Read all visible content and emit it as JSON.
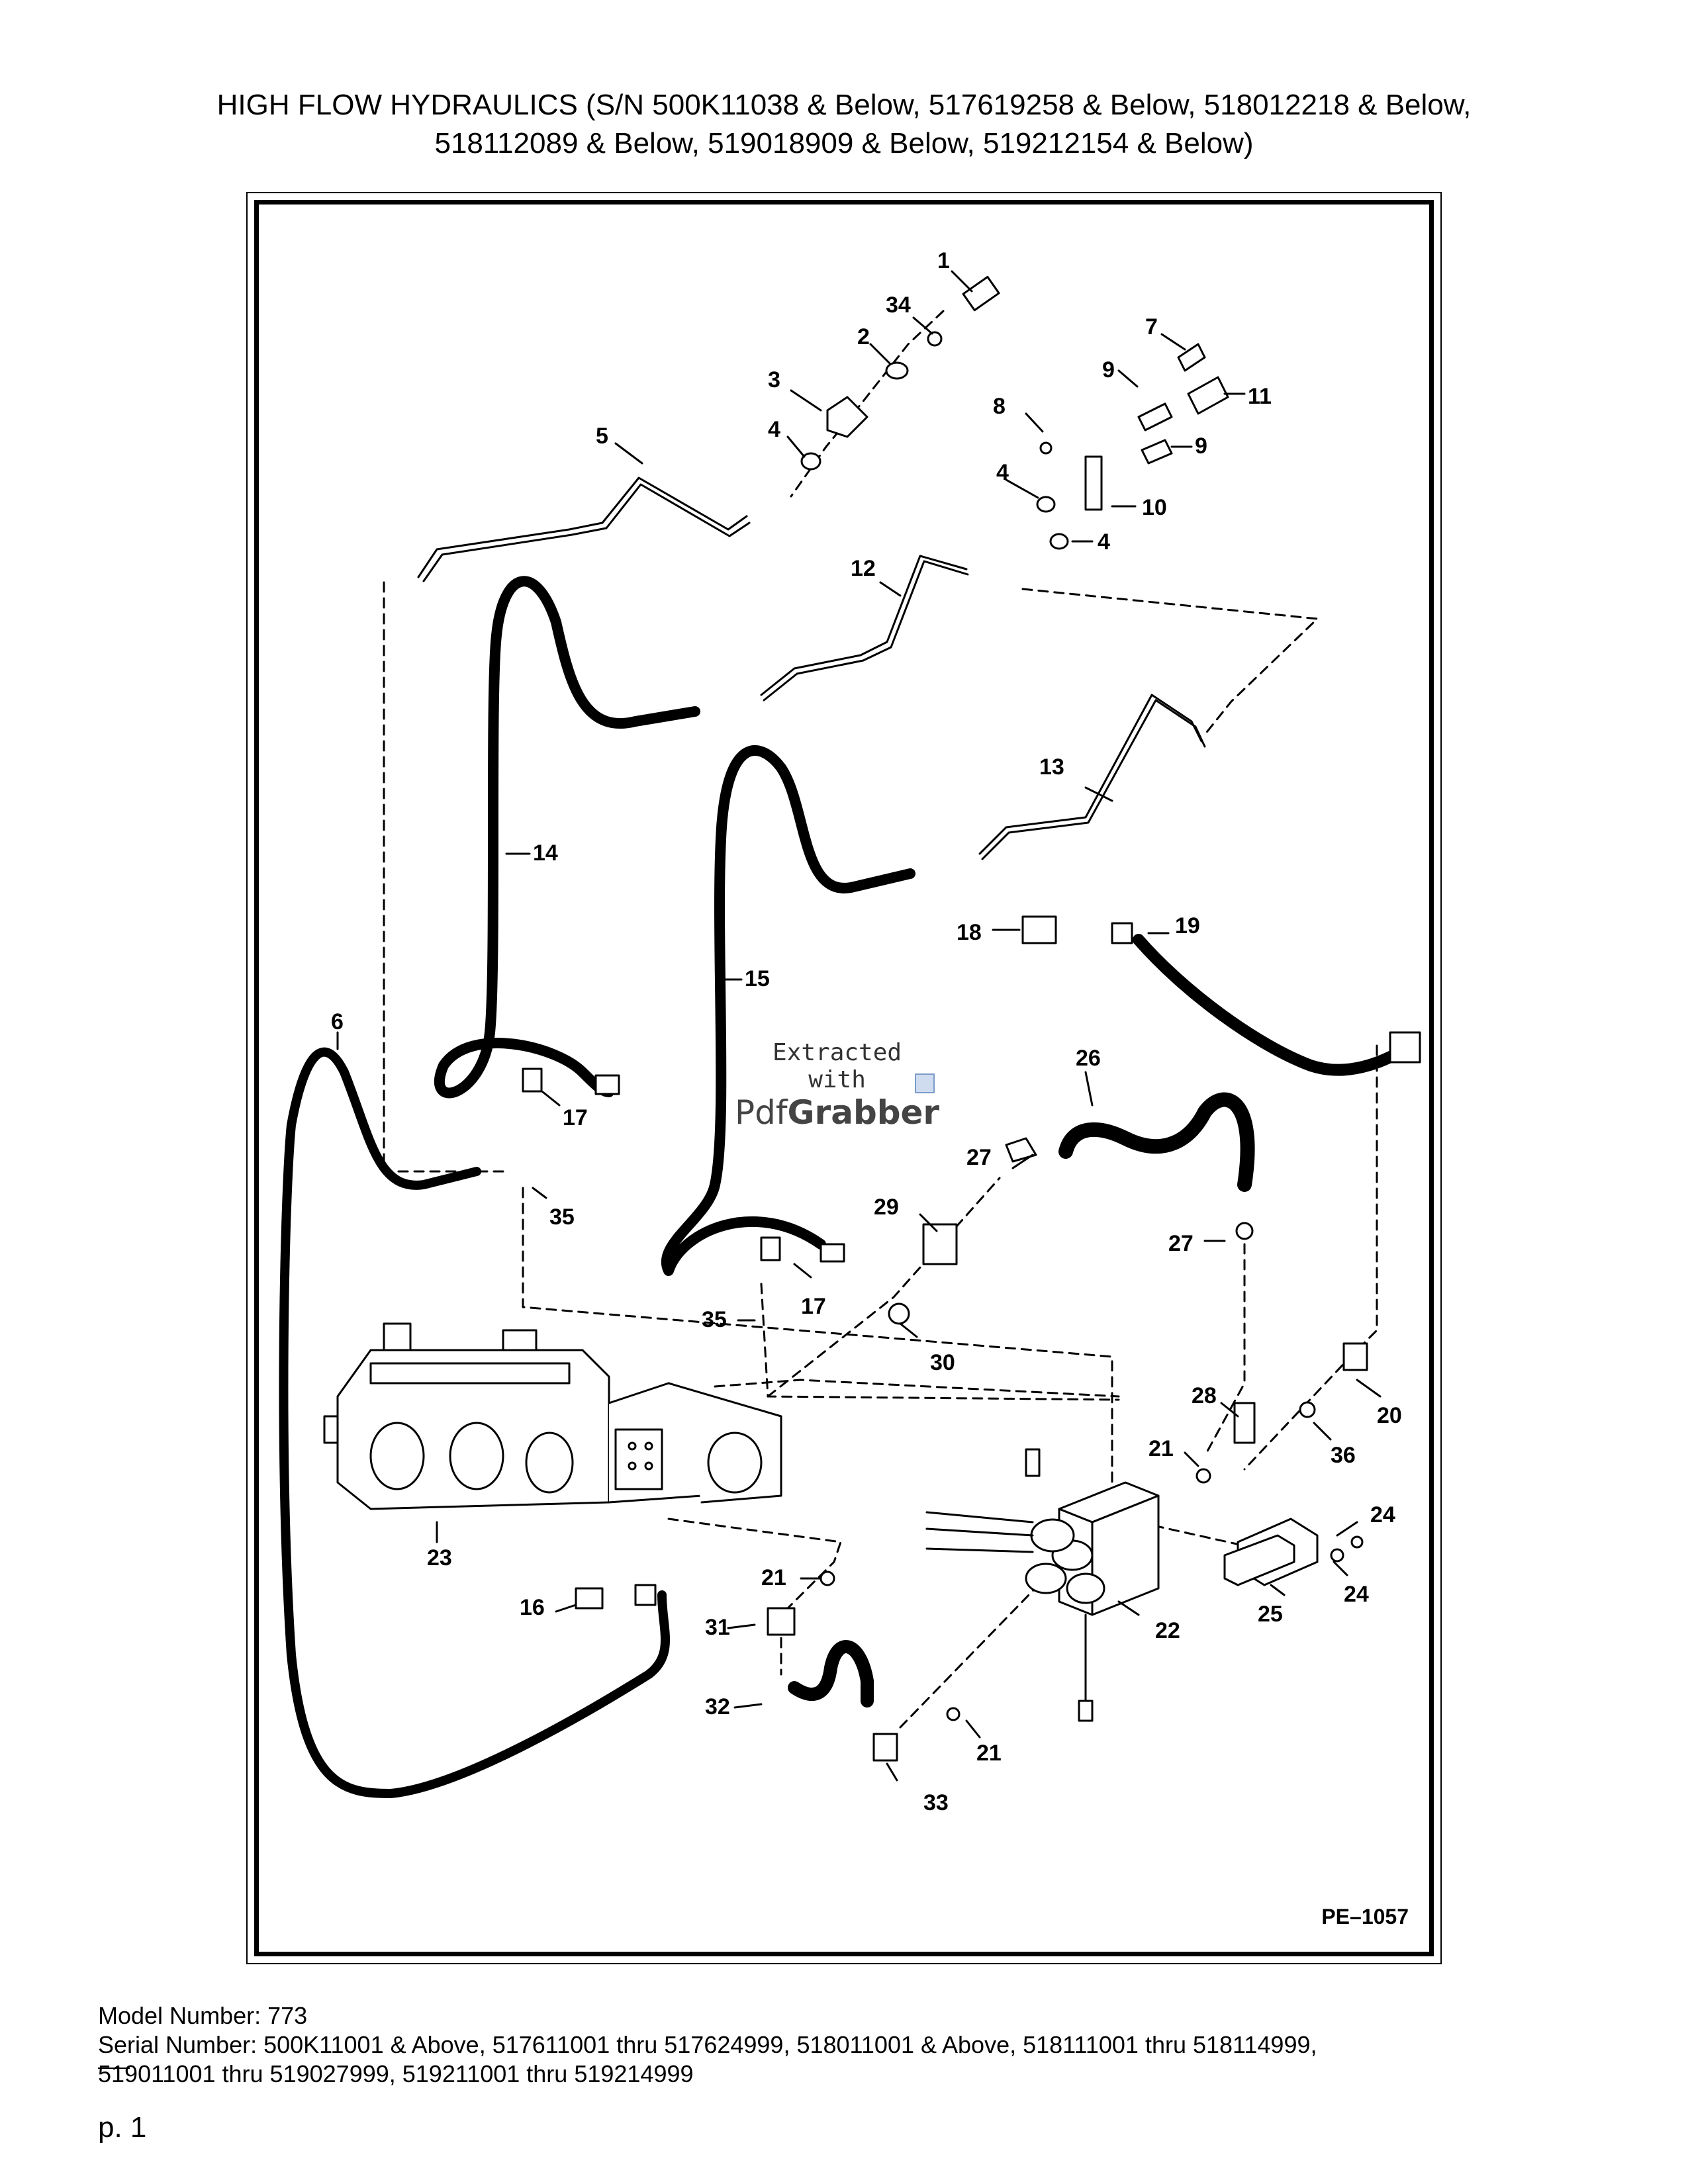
{
  "title": {
    "line1": "HIGH FLOW HYDRAULICS (S/N 500K11038 & Below, 517619258 & Below, 518012218 & Below,",
    "line2": "518112089 & Below, 519018909 & Below, 519212154 & Below)"
  },
  "diagram": {
    "reference_code": "PE–1057",
    "callouts": [
      "1",
      "34",
      "2",
      "3",
      "4",
      "5",
      "7",
      "9",
      "11",
      "8",
      "9",
      "4",
      "10",
      "4",
      "12",
      "13",
      "14",
      "15",
      "6",
      "18",
      "19",
      "17",
      "35",
      "26",
      "27",
      "29",
      "17",
      "35",
      "30",
      "27",
      "28",
      "21",
      "36",
      "20",
      "23",
      "21",
      "31",
      "16",
      "22",
      "24",
      "25",
      "24",
      "32",
      "21",
      "33"
    ]
  },
  "watermark": {
    "line1": "Extracted",
    "line2": "with",
    "logo_a": "Pdf",
    "logo_b": "Grabber"
  },
  "footer": {
    "model": "Model Number: 773",
    "serial_line1": "Serial Number: 500K11001 & Above, 517611001 thru 517624999, 518011001 & Above, 518111001 thru 518114999,",
    "serial_line2": "519011001 thru 519027999, 519211001 thru 519214999",
    "page": "p. 1"
  }
}
